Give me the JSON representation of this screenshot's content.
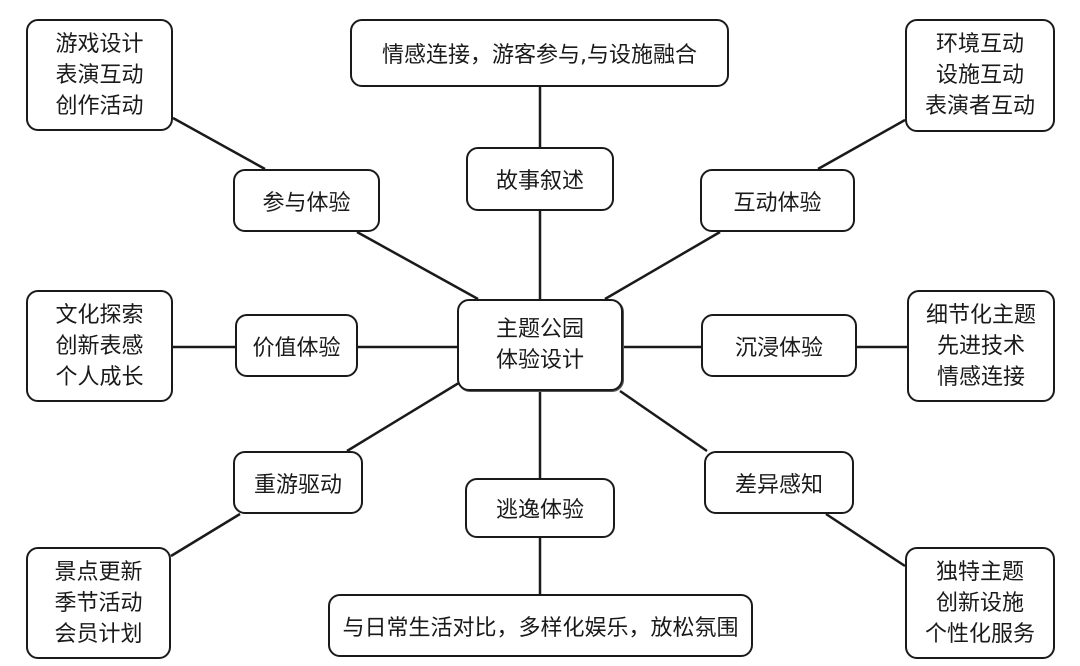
{
  "center": {
    "lines": [
      "主题公园",
      "体验设计"
    ]
  },
  "branches": {
    "story": {
      "label": "故事叙述",
      "detail": "情感连接，游客参与,与设施融合"
    },
    "interaction": {
      "label": "互动体验",
      "detail": [
        "环境互动",
        "设施互动",
        "表演者互动"
      ]
    },
    "immersion": {
      "label": "沉浸体验",
      "detail": [
        "细节化主题",
        "先进技术",
        "情感连接"
      ]
    },
    "difference": {
      "label": "差异感知",
      "detail": [
        "独特主题",
        "创新设施",
        "个性化服务"
      ]
    },
    "escape": {
      "label": "逃逸体验",
      "detail": "与日常生活对比，多样化娱乐，放松氛围"
    },
    "revisit": {
      "label": "重游驱动",
      "detail": [
        "景点更新",
        "季节活动",
        "会员计划"
      ]
    },
    "value": {
      "label": "价值体验",
      "detail": [
        "文化探索",
        "创新表感",
        "个人成长"
      ]
    },
    "participation": {
      "label": "参与体验",
      "detail": [
        "游戏设计",
        "表演互动",
        "创作活动"
      ]
    }
  }
}
